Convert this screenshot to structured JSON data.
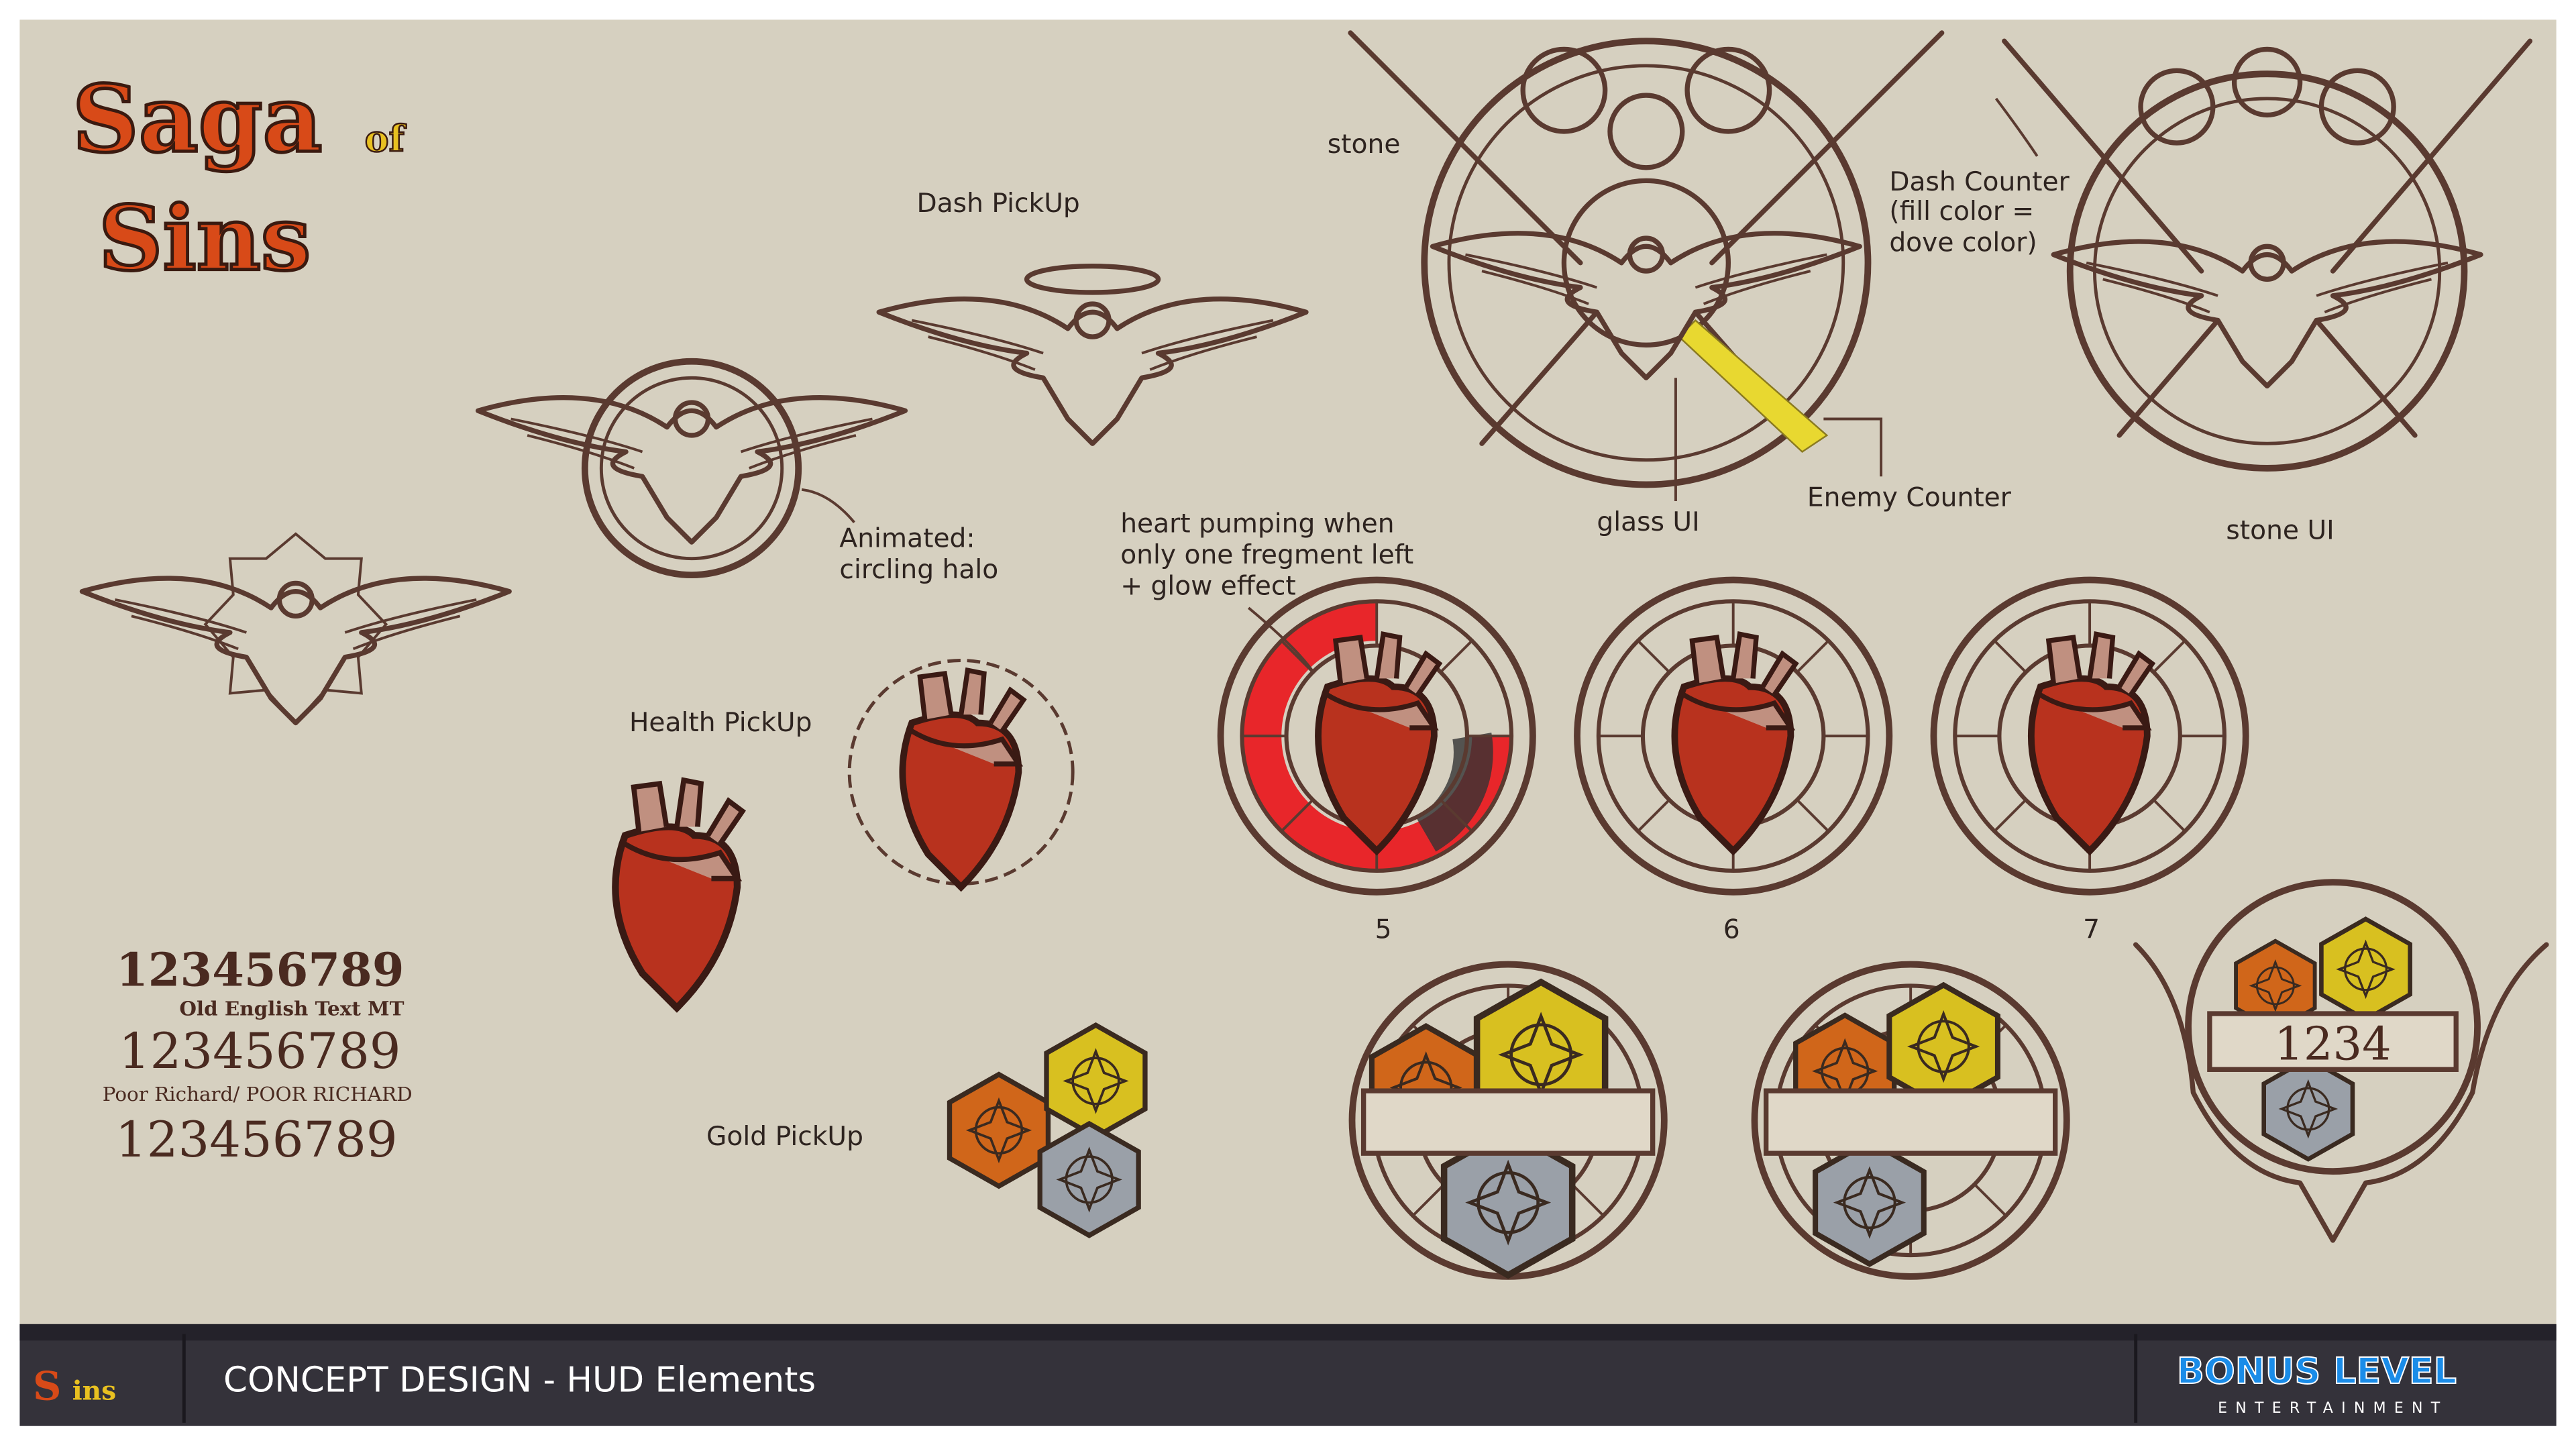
{
  "logo": {
    "text": "Saga of Sins"
  },
  "labels": {
    "stone": "stone",
    "dash_pickup": "Dash PickUp",
    "dash_counter": [
      "Dash Counter",
      "(fill color =",
      "dove color)"
    ],
    "animated": [
      "Animated:",
      "circling halo"
    ],
    "heart_pumping": [
      "heart pumping when",
      "only one fregment left",
      "+ glow effect"
    ],
    "glass_ui": "glass UI",
    "enemy_counter": "Enemy Counter",
    "stone_ui": "stone UI",
    "health_pickup": "Health PickUp",
    "gold_pickup": "Gold PickUp"
  },
  "health_states": [
    "5",
    "6",
    "7"
  ],
  "stone_counter_value": "1234",
  "font_samples": {
    "digits": "123456789",
    "font1": "Old English Text MT",
    "font2": "Poor Richard/ POOR RICHARD"
  },
  "footer": {
    "title": "CONCEPT DESIGN - HUD Elements",
    "studio": "BONUS LEVEL",
    "studio_sub": "ENTERTAINMENT"
  },
  "colors": {
    "parchment": "#d6d0c0",
    "ink": "#5a3a30",
    "footer": "#34323a",
    "heart": "#b8321e",
    "gold": "#d8c020",
    "bronze": "#d0661a",
    "silver": "#9aa0a8",
    "glow_red": "#e8262a",
    "studio_blue": "#1a8ce8"
  }
}
